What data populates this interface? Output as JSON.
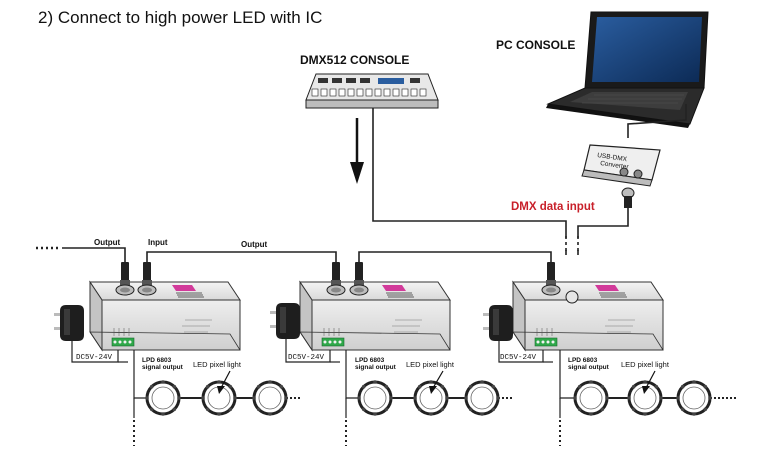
{
  "title": "2) Connect to high power LED  with IC",
  "labels": {
    "dmx_console": "DMX512 CONSOLE",
    "pc_console": "PC CONSOLE",
    "dmx_data_input": "DMX data input",
    "output_1": "Output",
    "input_1": "Input",
    "output_2": "Output",
    "converter_line1": "USB-DMX",
    "converter_line2": "Converter"
  },
  "decoders": [
    {
      "power_label": "DC5V-24V",
      "signal_label_1": "LPD 6803",
      "signal_label_2": "signal output",
      "light_label": "LED pixel light"
    },
    {
      "power_label": "DC5V-24V",
      "signal_label_1": "LPD 6803",
      "signal_label_2": "signal output",
      "light_label": "LED pixel light"
    },
    {
      "power_label": "DC5V-24V",
      "signal_label_1": "LPD 6803",
      "signal_label_2": "signal output",
      "light_label": "LED pixel light"
    }
  ],
  "colors": {
    "accent_red": "#c8202a",
    "display_pink": "#d23a9a",
    "terminal_green": "#2fa84a",
    "line": "#222222"
  }
}
